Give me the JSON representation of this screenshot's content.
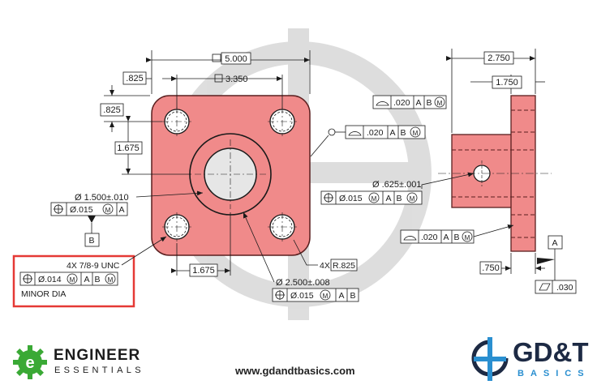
{
  "dims": {
    "overall_width": "5.000",
    "hole_spacing_x": "3.350",
    "left_offset": ".825",
    "top_offset": ".825",
    "vertical_to_center": "1.675",
    "bottom_x": "1.675",
    "side_overall": "2.750",
    "side_flange": "1.750",
    "side_step": ".750",
    "corner_radius_prefix": "4X",
    "corner_radius": "R.825"
  },
  "bore": {
    "dia": "Ø 1.500±.010",
    "fcf_tol": "Ø.015",
    "fcf_mod": "M",
    "fcf_datum": "A",
    "datum_label": "B"
  },
  "thread": {
    "callout": "4X 7/8-9 UNC",
    "fcf_tol": "Ø.014",
    "fcf_mod": "M",
    "fcf_datum1": "A",
    "fcf_datum2": "B",
    "fcf_datum2_mod": "M",
    "note": "MINOR DIA"
  },
  "boss": {
    "dia": "Ø 2.500±.008",
    "fcf_tol": "Ø.015",
    "fcf_mod": "M",
    "fcf_datum1": "A",
    "fcf_datum2": "B"
  },
  "profile_front": {
    "tol": ".020",
    "datum1": "A",
    "datum2": "B",
    "datum2_mod": "M"
  },
  "side": {
    "profile_top_tol": ".020",
    "profile_top_d1": "A",
    "profile_top_d2": "B",
    "profile_top_d2_mod": "M",
    "pin_dia": "Ø .625±.001",
    "pin_fcf_tol": "Ø.015",
    "pin_fcf_mod": "M",
    "pin_fcf_d1": "A",
    "pin_fcf_d2": "B",
    "pin_fcf_d2_mod": "M",
    "profile_bottom_tol": ".020",
    "profile_bottom_d1": "A",
    "profile_bottom_d2": "B",
    "profile_bottom_d2_mod": "M",
    "flatness_tol": ".030",
    "datum_label": "A"
  },
  "footer": {
    "left_brand_line1": "ENGINEER",
    "left_brand_line2": "ESSENTIALS",
    "url": "www.gdandtbasics.com",
    "right_brand_line1": "GD&T",
    "right_brand_line2": "BASICS"
  },
  "colors": {
    "part_fill": "#f08a8a",
    "part_stroke": "#5a1f1f",
    "highlight": "#e53935",
    "watermark": "#d8d8d8",
    "gear_green": "#3aa935",
    "brand_blue": "#2a8fd0",
    "brand_navy": "#1d2a44"
  }
}
